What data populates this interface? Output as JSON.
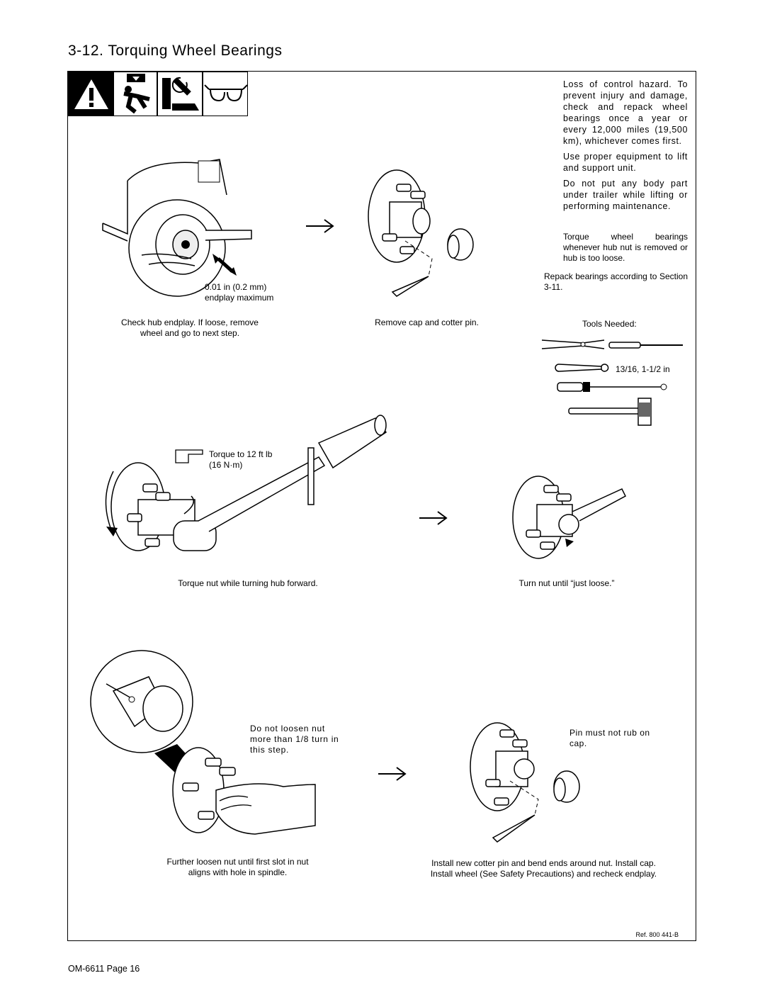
{
  "header": {
    "title": "3-12. Torquing Wheel Bearings"
  },
  "warning": {
    "paragraphs": [
      "Loss of control hazard. To prevent injury and damage, check and repack wheel bearings once a year or every 12,000 miles (19,500 km), whichever comes first.",
      "Use proper equipment to lift and support unit.",
      "Do not put any body part under trailer while lifting or performing maintenance."
    ],
    "note1": "Torque wheel bearings whenever hub nut is removed or hub is too loose.",
    "note2": "Repack bearings according to Section 3-11."
  },
  "steps": {
    "step1_spec": "0.01 in (0.2 mm)\nendplay maximum",
    "step1_caption": "Check hub endplay. If loose, remove wheel and go to next step.",
    "step2_caption": "Remove cap and cotter pin.",
    "tools_title": "Tools Needed:",
    "tools_wrench_size": "13/16, 1-1/2 in",
    "step3_spec_line1": "Torque to 12 ft lb",
    "step3_spec_line2": "(16 N·m)",
    "step3_caption": "Torque nut while turning hub forward.",
    "step4_caption": "Turn nut until “just loose.”",
    "step5_note": "Do not loosen nut more than 1/8 turn in this step.",
    "step5_caption": "Further loosen nut until first slot in nut aligns with hole in spindle.",
    "step6_note": "Pin must not rub on cap.",
    "step6_caption_line1": "Install new cotter pin and bend ends around nut. Install cap.",
    "step6_caption_line2": "Install wheel (See Safety Precautions) and recheck endplay."
  },
  "footer": {
    "reference": "Ref. 800 441-B",
    "page": "OM-6611 Page 16"
  }
}
